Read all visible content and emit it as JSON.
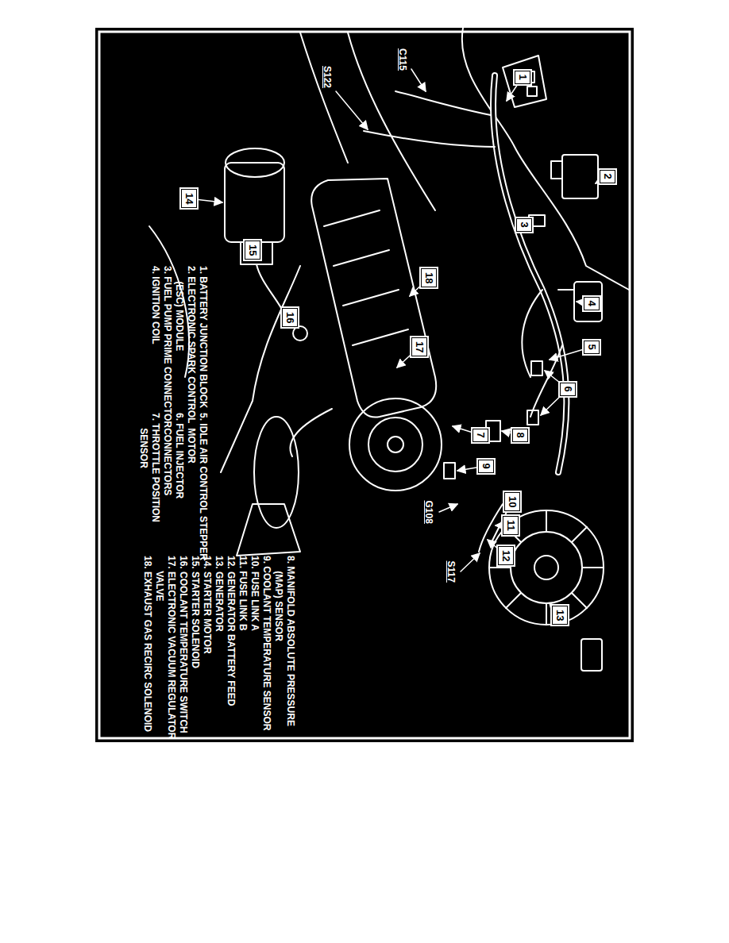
{
  "diagram": {
    "nodes": [
      {
        "text": [
          "1"
        ]
      },
      {
        "text": [
          "2"
        ]
      },
      {
        "text": [
          "3"
        ]
      },
      {
        "text": [
          "4"
        ]
      },
      {
        "text": [
          "5"
        ]
      },
      {
        "text": [
          "6"
        ]
      },
      {
        "text": [
          "7"
        ]
      },
      {
        "text": [
          "8"
        ]
      },
      {
        "text": [
          "9"
        ]
      },
      {
        "text": [
          "10"
        ]
      },
      {
        "text": [
          "11"
        ]
      },
      {
        "text": [
          "12"
        ]
      },
      {
        "text": [
          "13"
        ]
      },
      {
        "text": [
          "14"
        ]
      },
      {
        "text": [
          "15"
        ]
      },
      {
        "text": [
          "16"
        ]
      },
      {
        "text": [
          "17"
        ]
      },
      {
        "text": [
          "18"
        ]
      }
    ],
    "labels": [
      "C115",
      "S122",
      "G108",
      "S117",
      "1. BATTERY JUNCTION BLOCK",
      "2. ELECTRONIC SPARK CONTROL (ESC) MODULE",
      "3. FUEL PUMP PRIME CONNECTOR",
      "4. IGNITION COIL",
      "5. IDLE AIR CONTROL STEPPER MOTOR",
      "6. FUEL INJECTOR CONNECTORS",
      "7. THROTTLE POSITION SENSOR",
      "8. MANIFOLD ABSOLUTE PRESSURE (MAP) SENSOR",
      "9. COOLANT TEMPERATURE SENSOR",
      "10. FUSE LINK A",
      "11. FUSE LINK B",
      "12. GENERATOR BATTERY FEED",
      "13. GENERATOR",
      "14. STARTER MOTOR",
      "15. STARTER SOLENOID",
      "16. COOLANT TEMPERATURE SWITCH",
      "17. ELECTRONIC VACUUM REGULATOR VALVE",
      "18. EXHAUST GAS RECIRC SOLENOID"
    ]
  }
}
